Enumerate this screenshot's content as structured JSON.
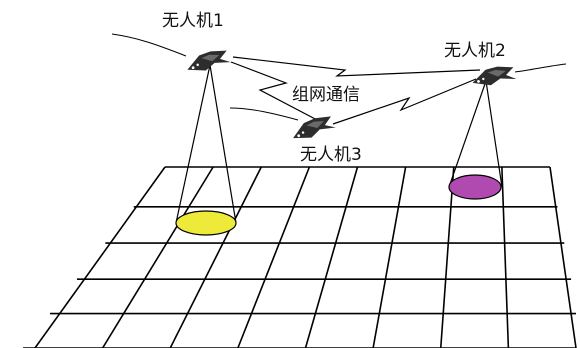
{
  "labels": {
    "drone1": "无人机1",
    "drone2": "无人机2",
    "drone3": "无人机3",
    "network": "组网通信"
  },
  "colors": {
    "footprint_drone1": "#eeea3a",
    "footprint_drone2": "#b04ab0",
    "drone_body": "#2d2d2d",
    "lines": "#000000"
  },
  "icons": {
    "drone": "uav-aircraft-icon",
    "network_link": "lightning-zigzag-icon"
  }
}
